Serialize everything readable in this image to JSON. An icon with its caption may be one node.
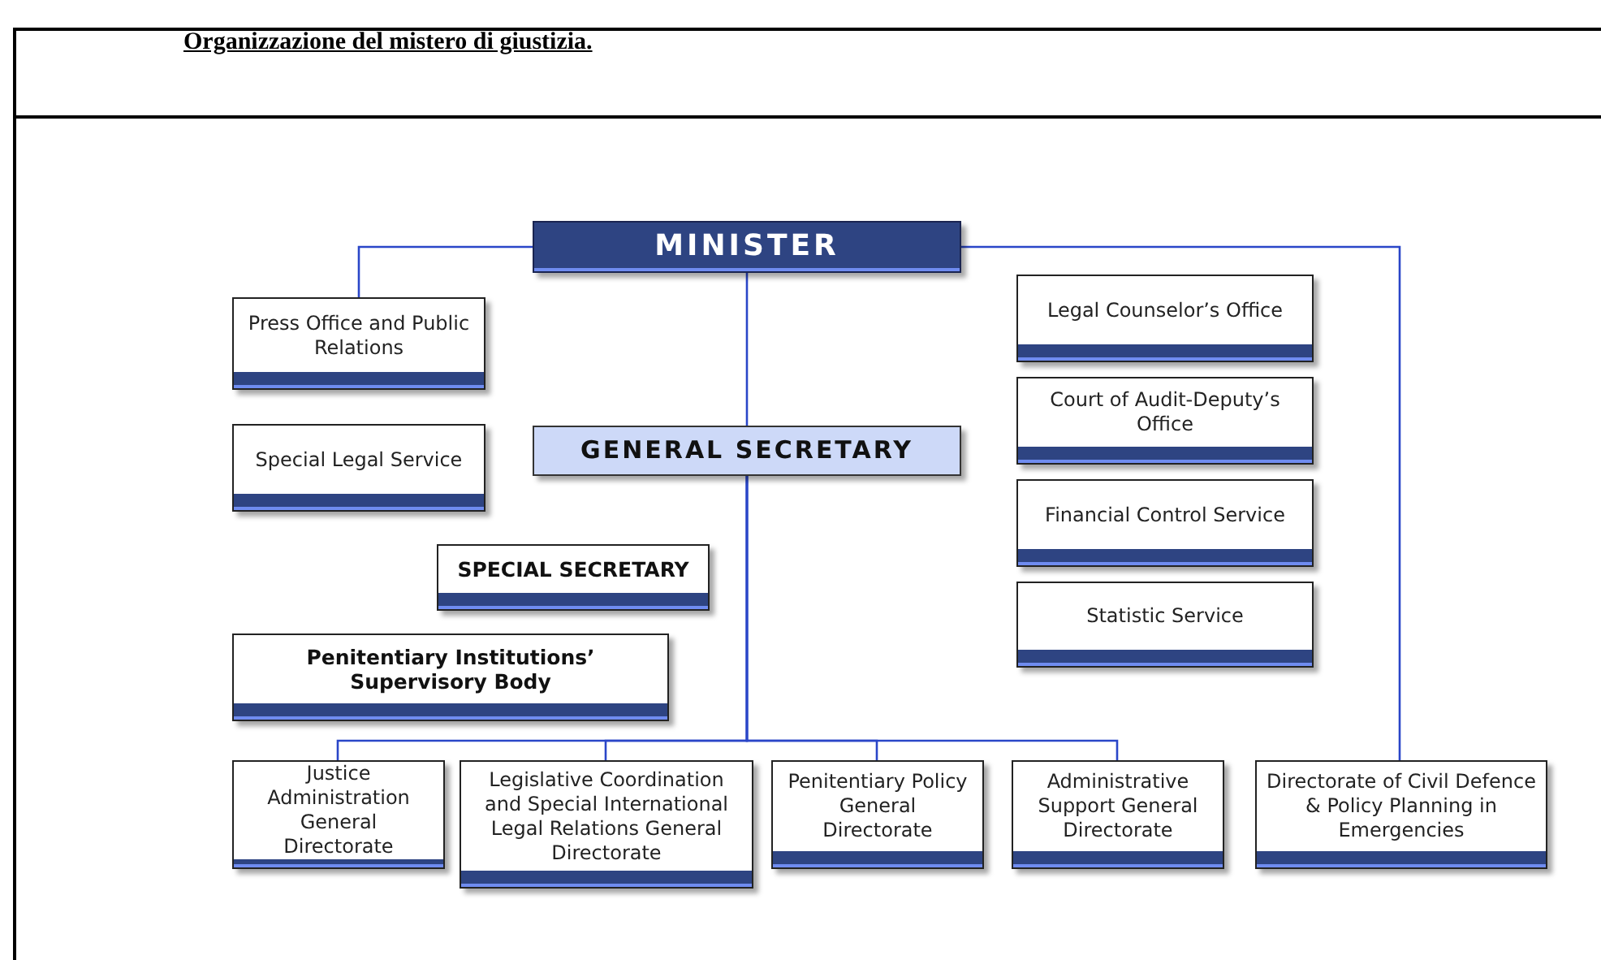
{
  "diagram": {
    "title": "Organizzazione del mistero di giustizia.",
    "nodes": [
      {
        "text": [
          "MINISTER"
        ]
      },
      {
        "text": [
          "Press Office and Public Relations"
        ]
      },
      {
        "text": [
          "Special Legal Service"
        ]
      },
      {
        "text": [
          "GENERAL SECRETARY"
        ]
      },
      {
        "text": [
          "SPECIAL SECRETARY"
        ]
      },
      {
        "text": [
          "Penitentiary Institutions’ Supervisory Body"
        ]
      },
      {
        "text": [
          "Legal Counselor’s Office"
        ]
      },
      {
        "text": [
          "Court of Audit-Deputy’s Office"
        ]
      },
      {
        "text": [
          "Financial Control Service"
        ]
      },
      {
        "text": [
          "Statistic Service"
        ]
      },
      {
        "text": [
          "Justice Administration General Directorate"
        ]
      },
      {
        "text": [
          "Legislative Coordination and Special International Legal Relations General Directorate"
        ]
      },
      {
        "text": [
          "Penitentiary Policy General Directorate"
        ]
      },
      {
        "text": [
          "Administrative Support General Directorate"
        ]
      },
      {
        "text": [
          "Directorate of Civil Defence & Policy Planning in Emergencies"
        ]
      }
    ],
    "edges": [
      {
        "from": 0,
        "to": 1,
        "arrow": "none"
      },
      {
        "from": 0,
        "to": 3,
        "arrow": "none"
      },
      {
        "from": 0,
        "to": 14,
        "arrow": "none"
      },
      {
        "from": 3,
        "to": 10,
        "arrow": "none"
      },
      {
        "from": 3,
        "to": 11,
        "arrow": "none"
      },
      {
        "from": 3,
        "to": 12,
        "arrow": "none"
      },
      {
        "from": 3,
        "to": 13,
        "arrow": "none"
      }
    ]
  }
}
